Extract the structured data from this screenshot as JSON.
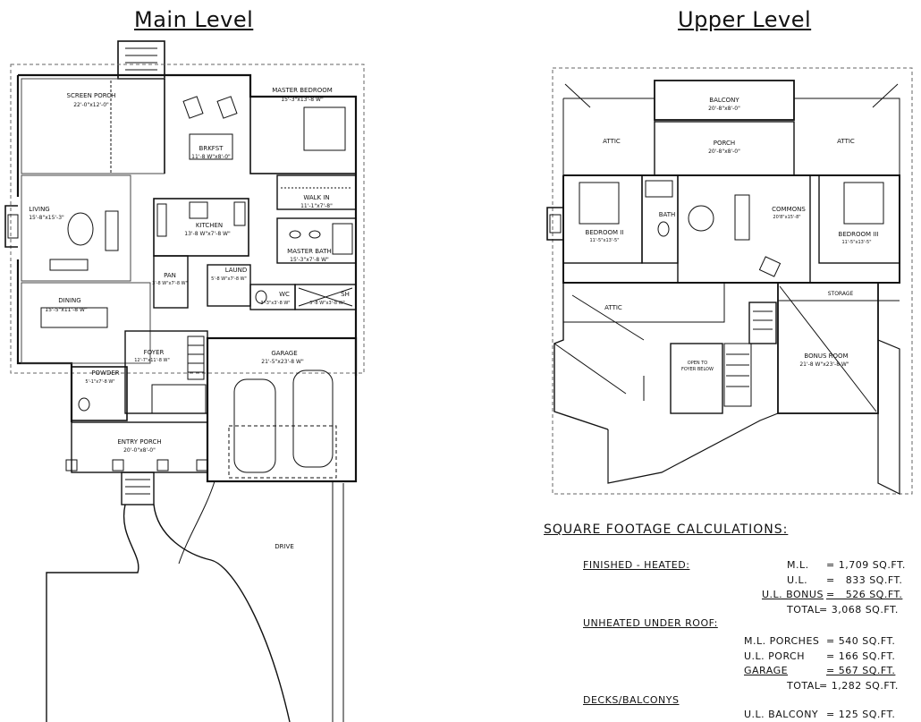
{
  "levels": {
    "main_title": "Main Level",
    "upper_title": "Upper Level"
  },
  "main_rooms": {
    "screen_porch": {
      "name": "SCREEN PORCH",
      "size": "22'-0\"x12'-0\""
    },
    "master_bedroom": {
      "name": "MASTER BEDROOM",
      "size": "15'-3\"x13'-8 W\""
    },
    "breakfast": {
      "name": "BRKFST",
      "size": "11'-8 W\"x8'-0\""
    },
    "walk_in": {
      "name": "WALK IN",
      "size": "11'-1\"x7'-8\""
    },
    "living": {
      "name": "LIVING",
      "size": "15'-8\"x15'-3\""
    },
    "kitchen": {
      "name": "KITCHEN",
      "size": "13'-8 W\"x7'-8 W\""
    },
    "master_bath": {
      "name": "MASTER BATH",
      "size": "15'-3\"x7'-8 W\""
    },
    "pan": {
      "name": "PAN",
      "size": "3'-8 W\"x7'-8 W\""
    },
    "laund": {
      "name": "LAUND",
      "size": "5'-8 W\"x7'-8 W\""
    },
    "wc": {
      "name": "WC",
      "size": "3'-3\"x3'-8 W\""
    },
    "sh": {
      "name": "SH",
      "size": "3'-8 W\"x3'-8 W\""
    },
    "dining": {
      "name": "DINING",
      "size": "15'-5\"x11'-8 W\""
    },
    "foyer": {
      "name": "FOYER",
      "size": "12'-7\"x11'-8 W\""
    },
    "garage": {
      "name": "GARAGE",
      "size": "21'-5\"x23'-8 W\""
    },
    "powder": {
      "name": "POWDER",
      "size": "5'-1\"x7'-8 W\""
    },
    "entry_porch": {
      "name": "ENTRY PORCH",
      "size": "20'-0\"x8'-0\""
    },
    "drive": {
      "name": "DRIVE"
    }
  },
  "upper_rooms": {
    "balcony": {
      "name": "BALCONY",
      "size": "20'-8\"x8'-0\""
    },
    "attic_left": {
      "name": "ATTIC"
    },
    "porch": {
      "name": "PORCH",
      "size": "20'-8\"x8'-0\""
    },
    "attic_right": {
      "name": "ATTIC"
    },
    "bath": {
      "name": "BATH"
    },
    "commons": {
      "name": "COMMONS",
      "size": "20'8\"x15'-8\""
    },
    "bedroom_ii": {
      "name": "BEDROOM II",
      "size": "11'-5\"x13'-5\""
    },
    "bedroom_iii": {
      "name": "BEDROOM III",
      "size": "11'-5\"x13'-5\""
    },
    "attic_lower": {
      "name": "ATTIC"
    },
    "storage": {
      "name": "STORAGE"
    },
    "open_to_foyer": {
      "line1": "OPEN TO",
      "line2": "FOYER BELOW"
    },
    "bonus_room": {
      "name": "BONUS ROOM",
      "size": "21'-8 W\"x23'-8 W\""
    }
  },
  "sqft": {
    "heading": "SQUARE FOOTAGE CALCULATIONS:",
    "finished_label": "FINISHED - HEATED:",
    "finished": [
      {
        "label": "M.L.",
        "value": "= 1,709 SQ.FT."
      },
      {
        "label": "U.L.",
        "value": "=   833 SQ.FT."
      },
      {
        "label": "U.L. BONUS",
        "value": "=   526 SQ.FT."
      }
    ],
    "finished_total_label": "TOTAL",
    "finished_total": "= 3,068 SQ.FT.",
    "unheated_label": "UNHEATED UNDER ROOF:",
    "unheated": [
      {
        "label": "M.L. PORCHES",
        "value": "= 540 SQ.FT."
      },
      {
        "label": "U.L. PORCH",
        "value": "= 166 SQ.FT."
      },
      {
        "label": "GARAGE",
        "value": "= 567 SQ.FT."
      }
    ],
    "unheated_total_label": "TOTAL",
    "unheated_total": "= 1,282 SQ.FT.",
    "decks_label": "DECKS/BALCONYS",
    "decks": [
      {
        "label": "U.L. BALCONY",
        "value": "= 125 SQ.FT."
      }
    ]
  }
}
